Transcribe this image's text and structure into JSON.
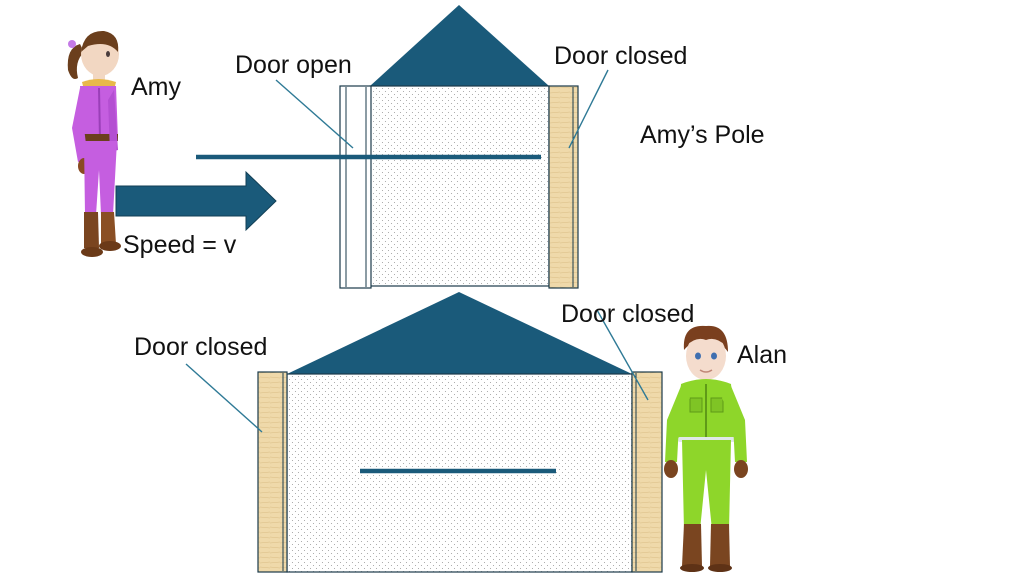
{
  "labels": {
    "amy": "Amy",
    "speed": "Speed = v",
    "door_open": "Door open",
    "door_closed_top": "Door closed",
    "amys_pole": "Amy’s Pole",
    "door_closed_bottom_left": "Door closed",
    "door_closed_bottom_right": "Door closed",
    "alan": "Alan"
  },
  "colors": {
    "roof": "#1a5a7a",
    "pole": "#1a5a7a",
    "arrow": "#1a5a7a",
    "door": "#f0dcb0",
    "amy_suit": "#c55ee0",
    "alan_suit": "#8ed62a"
  },
  "icons": {
    "amy_figure": "woman-avatar-purple-suit",
    "alan_figure": "man-avatar-green-suit"
  }
}
